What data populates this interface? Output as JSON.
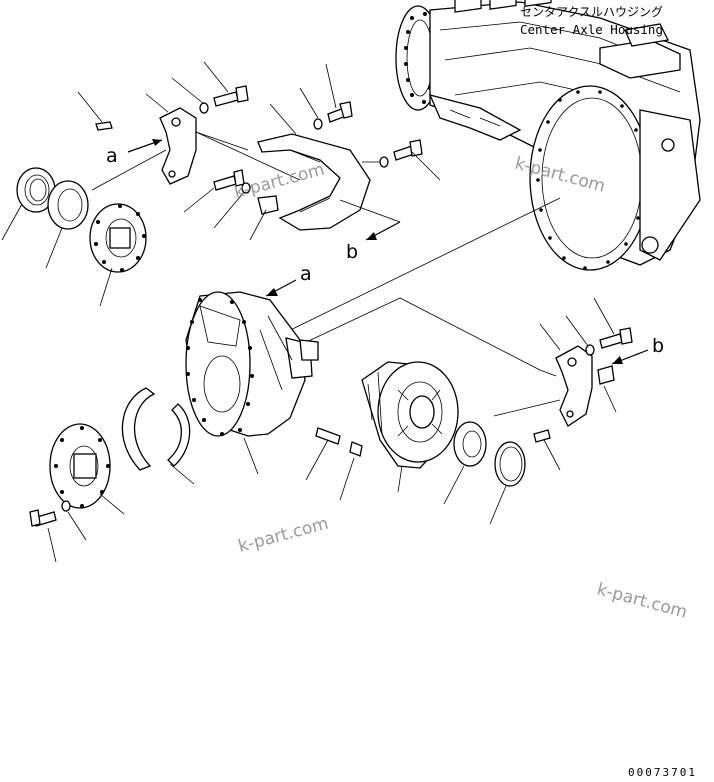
{
  "labels": {
    "housing_jp": "センタアクスルハウジング",
    "housing_en": "Center Axle Housing",
    "ref_a_top": "a",
    "ref_b_top": "b",
    "ref_a_mid": "a",
    "ref_b_right": "b"
  },
  "watermarks": [
    "k-part.com",
    "k-part.com",
    "k-part.com",
    "k-part.com"
  ],
  "page_number": "00073701"
}
